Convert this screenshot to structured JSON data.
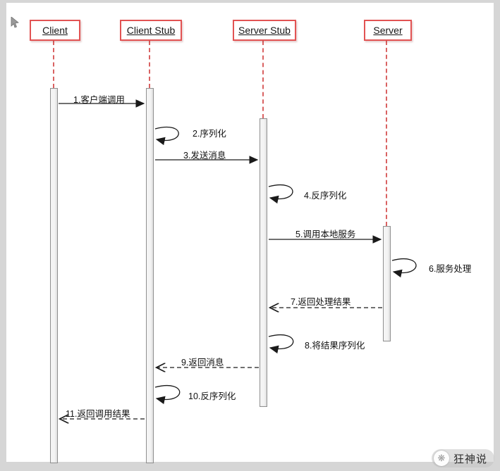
{
  "diagram": {
    "actors": [
      {
        "name": "Client"
      },
      {
        "name": "Client Stub"
      },
      {
        "name": "Server Stub"
      },
      {
        "name": "Server"
      }
    ],
    "messages": [
      {
        "label": "1.客户端调用",
        "from": "Client",
        "to": "Client Stub",
        "style": "solid"
      },
      {
        "label": "2.序列化",
        "on": "Client Stub",
        "style": "self"
      },
      {
        "label": "3.发送消息",
        "from": "Client Stub",
        "to": "Server Stub",
        "style": "solid"
      },
      {
        "label": "4.反序列化",
        "on": "Server Stub",
        "style": "self"
      },
      {
        "label": "5.调用本地服务",
        "from": "Server Stub",
        "to": "Server",
        "style": "solid"
      },
      {
        "label": "6.服务处理",
        "on": "Server",
        "style": "self"
      },
      {
        "label": "7.返回处理结果",
        "from": "Server",
        "to": "Server Stub",
        "style": "dashed"
      },
      {
        "label": "8.将结果序列化",
        "on": "Server Stub",
        "style": "self"
      },
      {
        "label": "9.返回消息",
        "from": "Server Stub",
        "to": "Client Stub",
        "style": "dashed"
      },
      {
        "label": "10.反序列化",
        "on": "Client Stub",
        "style": "self"
      },
      {
        "label": "11.返回调用结果",
        "from": "Client Stub",
        "to": "Client",
        "style": "dashed"
      }
    ],
    "colors": {
      "actor_border": "#e25353",
      "lifeline": "#d96262",
      "activation_fill": "#f4f4f4",
      "activation_border": "#8f8f8f",
      "arrow": "#1a1a1a"
    }
  },
  "watermark": {
    "text": "狂神说",
    "logo": "snowflake-icon"
  }
}
